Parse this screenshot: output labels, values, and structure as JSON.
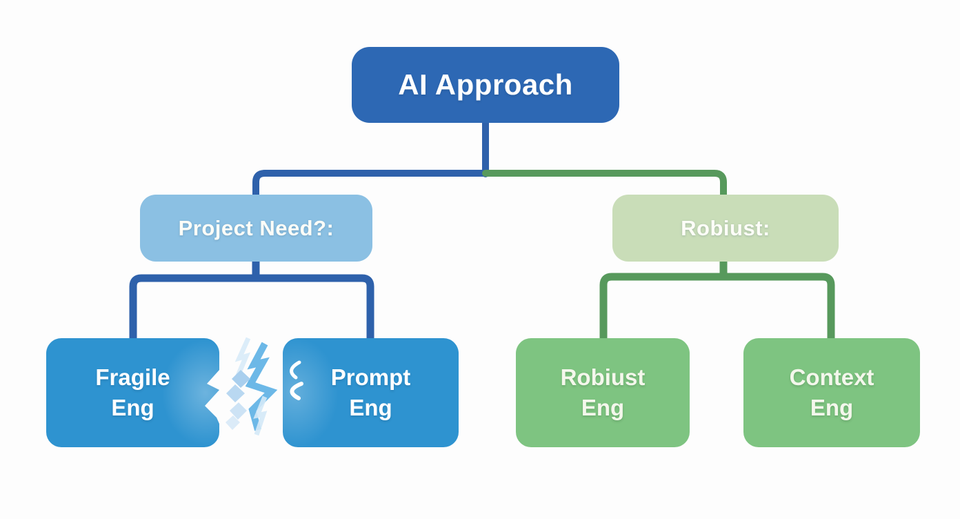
{
  "diagram": {
    "type": "flowchart-tree",
    "background": "#fdfdfd",
    "root": {
      "label": "AI Approach",
      "fill": "#2d68b4",
      "text_color": "#ffffff"
    },
    "branches": [
      {
        "id": "project-needs",
        "label": "Project Need?:",
        "fill": "#8bc0e3",
        "connector_color": "#2e61ab",
        "children": [
          {
            "id": "fragile-eng",
            "label": "Fragile\nEng",
            "fill": "#2e93d0",
            "text_color": "#ffffff",
            "broken_edge": true
          },
          {
            "id": "prompt-eng",
            "label": "Prompt\nEng",
            "fill": "#2e93d0",
            "text_color": "#ffffff"
          }
        ]
      },
      {
        "id": "robiust",
        "label": "Robiust:",
        "fill": "#c9ddb8",
        "connector_color": "#57995c",
        "children": [
          {
            "id": "robiust-eng",
            "label": "Robiust\nEng",
            "fill": "#7ec481",
            "text_color": "#f4f7ec"
          },
          {
            "id": "context-eng",
            "label": "Context\nEng",
            "fill": "#7ec481",
            "text_color": "#f4f7ec"
          }
        ]
      }
    ],
    "crack_icon": {
      "name": "lightning-crack-icon",
      "meaning": "break / fragility between Fragile Eng and Prompt Eng",
      "bolt_colors": [
        "#6cb8e7",
        "#a9cfee",
        "#dcedf9",
        "#ffffff"
      ]
    }
  }
}
